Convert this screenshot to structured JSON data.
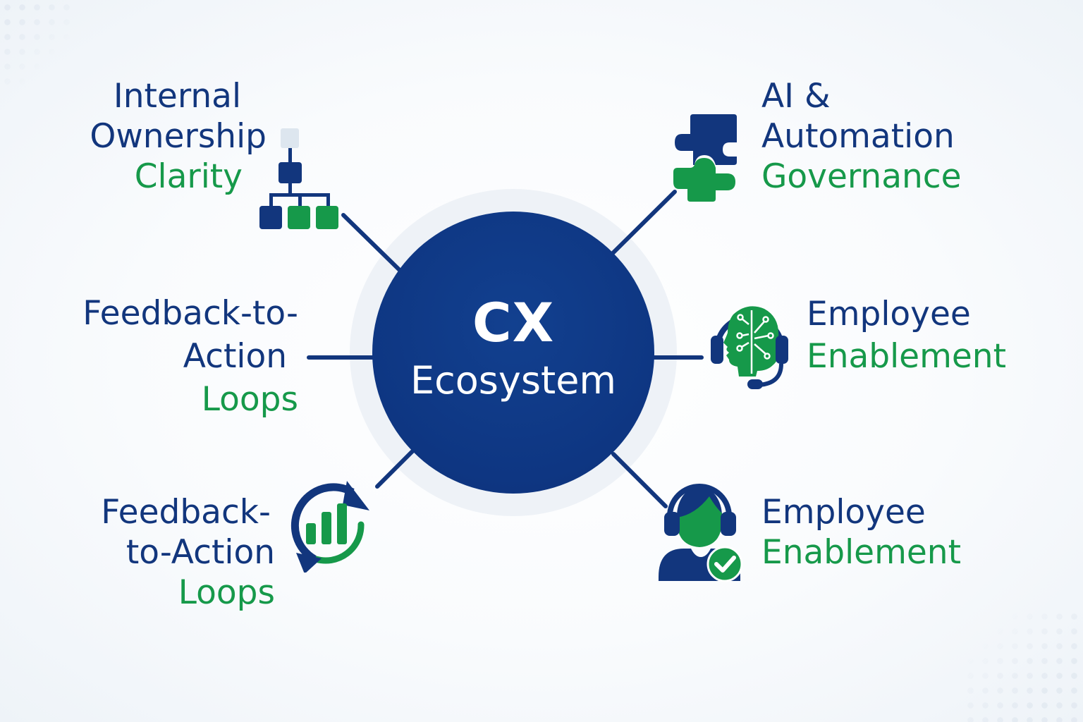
{
  "hub": {
    "title": "CX",
    "subtitle": "Ecosystem"
  },
  "colors": {
    "navy": "#12367d",
    "green": "#16994a",
    "halo": "#eef2f7",
    "light_node": "#dde6ef"
  },
  "nodes": [
    {
      "position": "top-left",
      "icon": "org-chart-icon",
      "lines": [
        {
          "text": "Internal",
          "color": "navy"
        },
        {
          "text": "Ownership",
          "color": "navy"
        },
        {
          "text": "Clarity",
          "color": "green"
        }
      ]
    },
    {
      "position": "middle-left",
      "icon": "none",
      "lines": [
        {
          "text": "Feedback-to-",
          "color": "navy"
        },
        {
          "text": "Action",
          "color": "navy"
        },
        {
          "text": "Loops",
          "color": "green"
        }
      ]
    },
    {
      "position": "bottom-left",
      "icon": "cycle-bar-chart-icon",
      "lines": [
        {
          "text": "Feedback-",
          "color": "navy"
        },
        {
          "text": "to-Action",
          "color": "navy"
        },
        {
          "text": "Loops",
          "color": "green"
        }
      ]
    },
    {
      "position": "top-right",
      "icon": "puzzle-pieces-icon",
      "lines": [
        {
          "text": "AI &",
          "color": "navy"
        },
        {
          "text": "Automation",
          "color": "navy"
        },
        {
          "text": "Governance",
          "color": "green"
        }
      ]
    },
    {
      "position": "middle-right",
      "icon": "ai-brain-headset-icon",
      "lines": [
        {
          "text": "Employee",
          "color": "navy"
        },
        {
          "text": "Enablement",
          "color": "green"
        }
      ]
    },
    {
      "position": "bottom-right",
      "icon": "agent-headset-check-icon",
      "lines": [
        {
          "text": "Employee",
          "color": "navy"
        },
        {
          "text": "Enablement",
          "color": "green"
        }
      ]
    }
  ]
}
